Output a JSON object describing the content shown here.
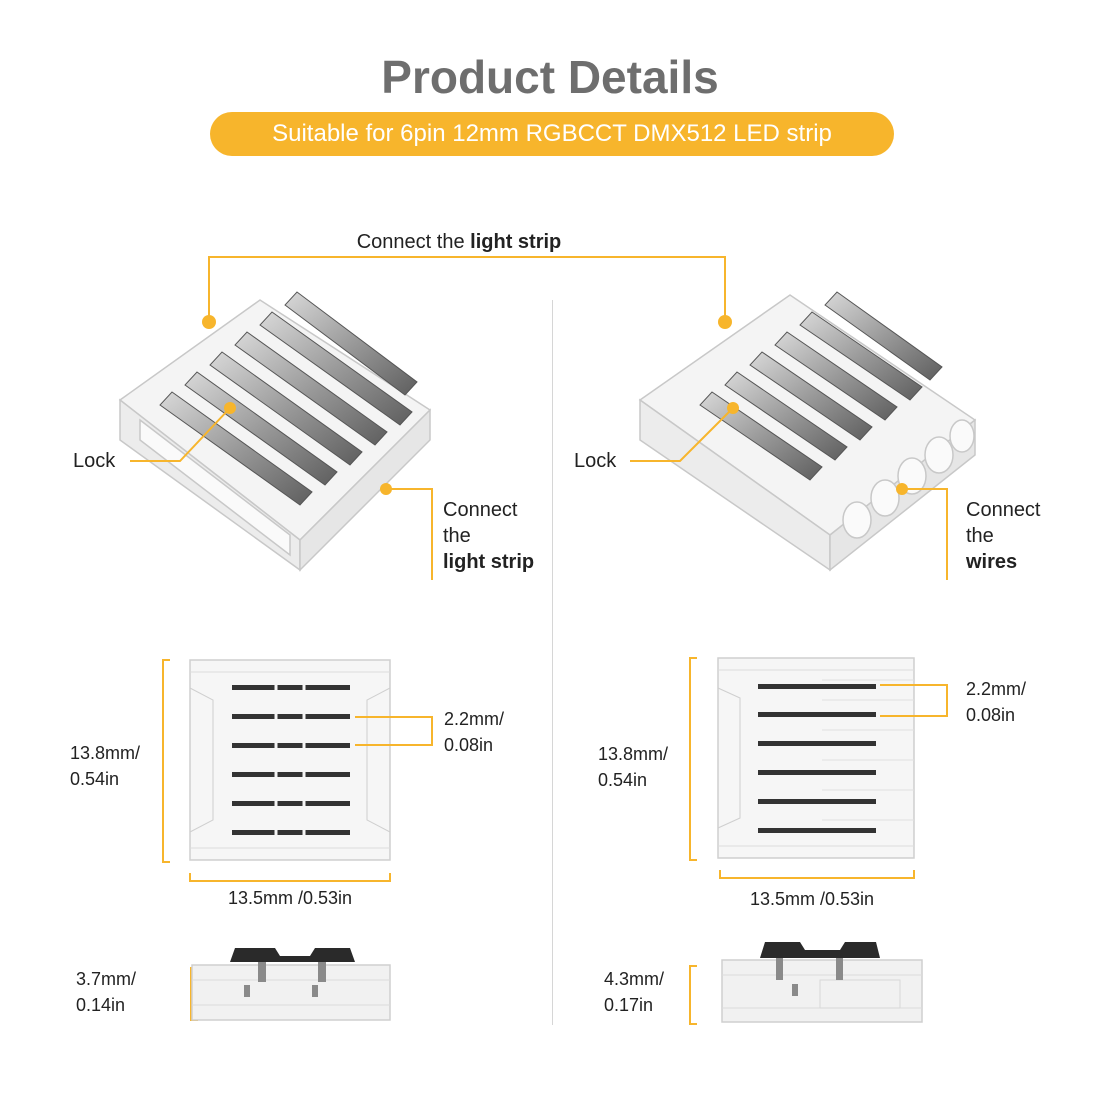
{
  "header": {
    "title": "Product Details",
    "subtitle": "Suitable for 6pin 12mm RGBCCT DMX512 LED strip"
  },
  "colors": {
    "accent": "#f7b52c",
    "title": "#6e6e6e"
  },
  "top_callout": {
    "text": "Connect the",
    "bold": "light strip"
  },
  "left": {
    "lock": "Lock",
    "side_line1": "Connect",
    "side_line2": "the",
    "side_bold": "light strip",
    "height_1": "13.8mm/",
    "height_2": "0.54in",
    "pitch_1": "2.2mm/",
    "pitch_2": "0.08in",
    "width": "13.5mm /0.53in",
    "thick_1": "3.7mm/",
    "thick_2": "0.14in"
  },
  "right": {
    "lock": "Lock",
    "side_line1": "Connect",
    "side_line2": "the",
    "side_bold": "wires",
    "height_1": "13.8mm/",
    "height_2": "0.54in",
    "pitch_1": "2.2mm/",
    "pitch_2": "0.08in",
    "width": "13.5mm /0.53in",
    "thick_1": "4.3mm/",
    "thick_2": "0.17in"
  }
}
